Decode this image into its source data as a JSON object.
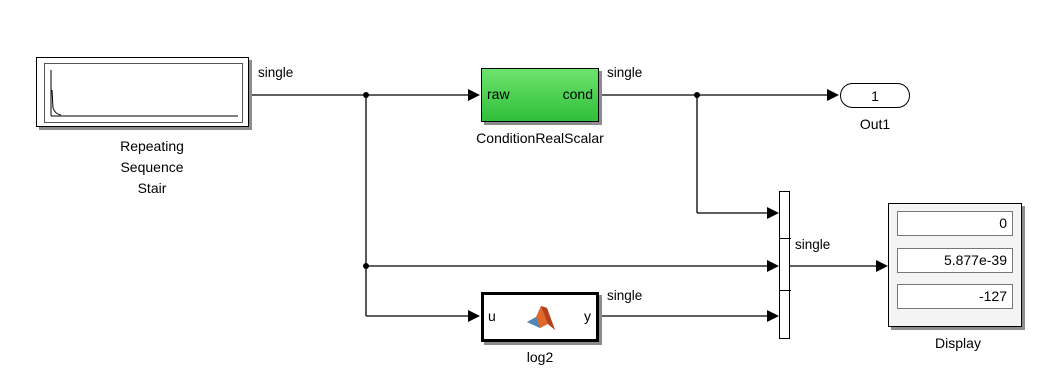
{
  "blocks": {
    "repeating_sequence_stair": {
      "name_line1": "Repeating",
      "name_line2": "Sequence",
      "name_line3": "Stair"
    },
    "condition_real_scalar": {
      "name": "ConditionRealScalar",
      "in_port": "raw",
      "out_port": "cond",
      "color": "#3cc64a"
    },
    "log2": {
      "name": "log2",
      "in_port": "u",
      "out_port": "y"
    },
    "out1": {
      "name": "Out1",
      "port_number": "1"
    },
    "display": {
      "name": "Display",
      "values": [
        "0",
        "5.877e-39",
        "-127"
      ]
    }
  },
  "signals": {
    "rss_out": "single",
    "crs_out": "single",
    "log2_out": "single",
    "mux_out": "single"
  }
}
